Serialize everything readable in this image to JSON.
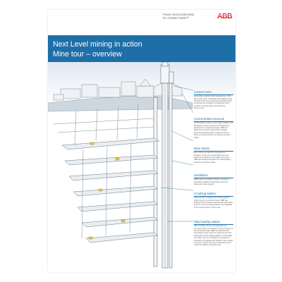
{
  "header": {
    "tagline_line1": "Power and productivity",
    "tagline_line2": "for a better world™",
    "logo_text": "ABB",
    "logo_color": "#e2001a"
  },
  "titlebar": {
    "title_line1": "Next Level mining in action",
    "title_line2": "Mine tour – overview",
    "color": "#1e6fa8"
  },
  "sidebar": {
    "sections": [
      {
        "heading": "Control room",
        "body": "Automation solutions help transparency in the area of the mine: coordinate and analyze every process in the mine, optimizing production and monitoring the conditions of equipment and systems to assure safe and productive environment."
      },
      {
        "heading": "Concentration process",
        "body": "Concentration is done in four steps, flotation and dewatering. These mineral concentrates are produced: iron, lead and copper. ABB has delivered the power supply and complete electrical and automation solutions and the drives to achieve better ore recovery at great grade."
      },
      {
        "heading": "Mine hoists",
        "body": "Mine hoists are used as conveyance to elevators. They are a crucial link in the ore, people and equipment throughput of a mine. ABB has delivered solutions for shaft hoisting systems and friction hoists."
      },
      {
        "heading": "Ventilation",
        "body": "ABB's Smart ventilation solution, provides a controlled ventilation that delivers fresh air where and when needed."
      },
      {
        "heading": "Crushing station",
        "body": "There are four underground crushing plants where the ore is crushed to size. ABB has delivered the complete electrical and automation systems for the crushing stations, as integrated in the control system of the mine."
      },
      {
        "heading": "Skip loading station",
        "body": "After crushing, the ore is transported via conveyor belts to ore bunkers in the proximity of the production shaft. ABB has delivered the automation system such as measurement and load guides at the loading stations to be loaded into skips. The ore is weighed at a loading to maximize the payload and hoisted to the surface in order to ensure the ore is transported to the mill at the highest production rate."
      }
    ]
  }
}
